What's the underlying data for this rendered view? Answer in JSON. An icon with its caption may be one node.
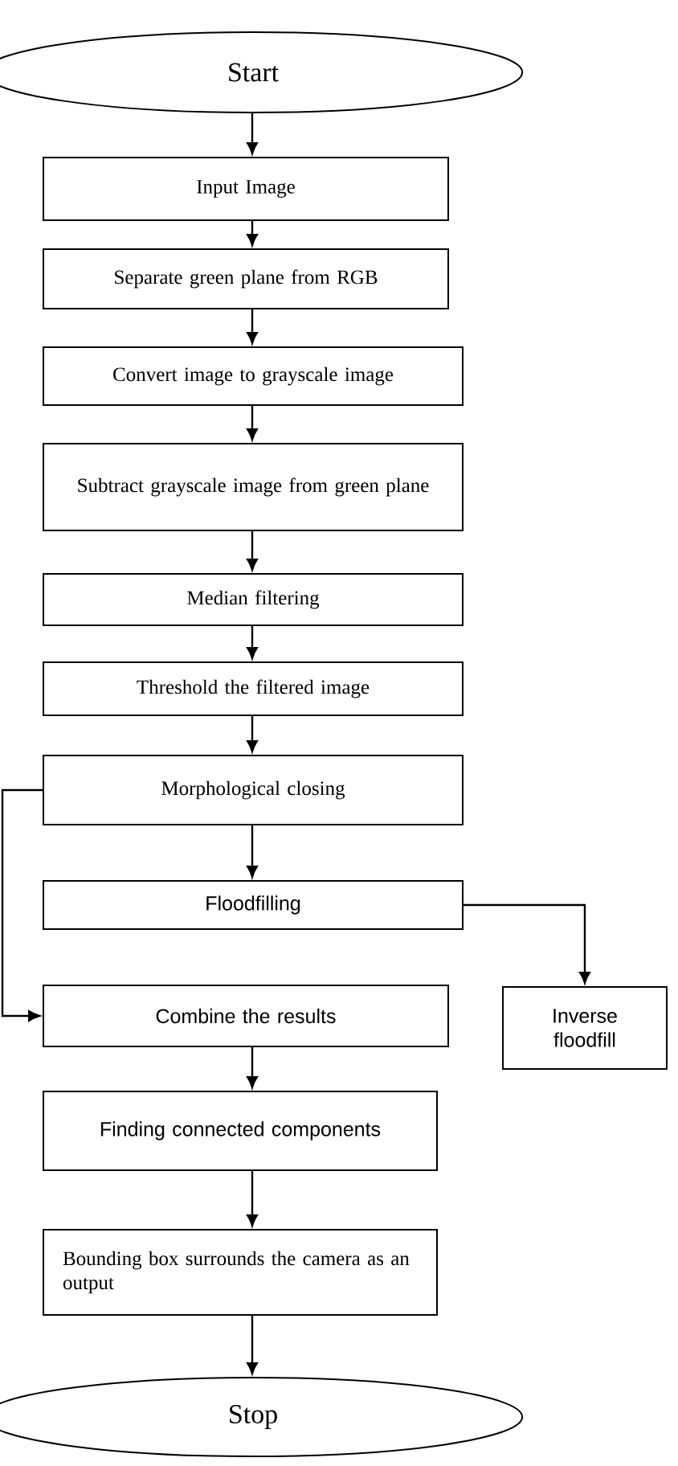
{
  "diagram": {
    "nodes": [
      {
        "text": [
          "Start"
        ]
      },
      {
        "text": [
          "Input Image"
        ]
      },
      {
        "text": [
          "Separate green plane from RGB"
        ]
      },
      {
        "text": [
          "Convert image to grayscale image"
        ]
      },
      {
        "text": [
          "Subtract grayscale image from green plane"
        ]
      },
      {
        "text": [
          "Median filtering"
        ]
      },
      {
        "text": [
          "Threshold the filtered image"
        ]
      },
      {
        "text": [
          "Morphological closing"
        ]
      },
      {
        "text": [
          "Floodfilling"
        ]
      },
      {
        "text": [
          "Combine the results"
        ]
      },
      {
        "text": [
          "Inverse floodfill"
        ]
      },
      {
        "text": [
          "Finding connected components"
        ]
      },
      {
        "text": [
          "Bounding box surrounds the camera as an output"
        ]
      },
      {
        "text": [
          "Stop"
        ]
      }
    ],
    "edges": [
      {
        "from": 0,
        "to": 1,
        "arrow": "to"
      },
      {
        "from": 1,
        "to": 2,
        "arrow": "to"
      },
      {
        "from": 2,
        "to": 3,
        "arrow": "to"
      },
      {
        "from": 3,
        "to": 4,
        "arrow": "to"
      },
      {
        "from": 4,
        "to": 5,
        "arrow": "to"
      },
      {
        "from": 5,
        "to": 6,
        "arrow": "to"
      },
      {
        "from": 6,
        "to": 7,
        "arrow": "to"
      },
      {
        "from": 7,
        "to": 8,
        "arrow": "to"
      },
      {
        "from": 7,
        "to": 9,
        "arrow": "to"
      },
      {
        "from": 8,
        "to": 10,
        "arrow": "to"
      },
      {
        "from": 9,
        "to": 11,
        "arrow": "to"
      },
      {
        "from": 11,
        "to": 12,
        "arrow": "to"
      },
      {
        "from": 12,
        "to": 13,
        "arrow": "to"
      }
    ]
  }
}
